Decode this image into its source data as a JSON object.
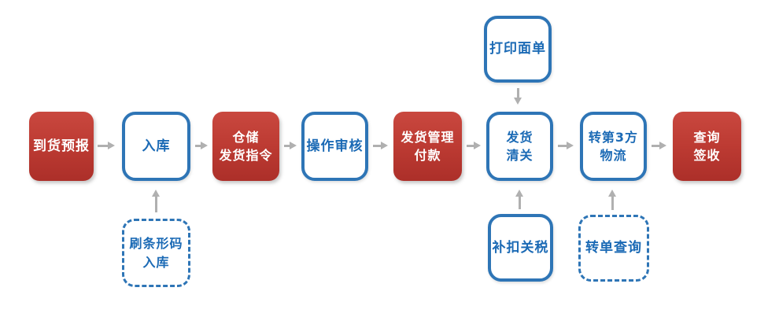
{
  "colors": {
    "red_top": "#C9483F",
    "red_bottom": "#AC2F29",
    "red_text": "#FFFFFF",
    "blue_border": "#2E75B6",
    "blue_text": "#1B6AB5",
    "arrow": "#B0B0B0",
    "background": "#FFFFFF"
  },
  "flow": {
    "main_nodes": [
      {
        "label": "到货预报",
        "style": "solid-red"
      },
      {
        "label": "入库",
        "style": "blue-outline"
      },
      {
        "label": "仓储\n发货指令",
        "style": "solid-red"
      },
      {
        "label": "操作审核",
        "style": "blue-outline"
      },
      {
        "label": "发货管理\n付款",
        "style": "solid-red"
      },
      {
        "label": "发货\n清关",
        "style": "blue-outline"
      },
      {
        "label": "转第3方\n物流",
        "style": "blue-outline"
      },
      {
        "label": "查询\n签收",
        "style": "solid-red"
      }
    ],
    "aux_nodes": {
      "print_waybill": {
        "label": "打印面单",
        "style": "blue-outline",
        "connects_to": "发货清关",
        "arrow_direction": "down"
      },
      "barcode_inbound": {
        "label": "刷条形码\n入库",
        "style": "blue-dashed",
        "connects_to": "入库",
        "arrow_direction": "up"
      },
      "duty_supplement": {
        "label": "补扣关税",
        "style": "blue-outline",
        "connects_to": "发货清关",
        "arrow_direction": "up"
      },
      "transfer_order_query": {
        "label": "转单查询",
        "style": "blue-dashed",
        "connects_to": "转第3方物流",
        "arrow_direction": "up"
      }
    },
    "edges": [
      {
        "from": "到货预报",
        "to": "入库",
        "direction": "right"
      },
      {
        "from": "入库",
        "to": "仓储发货指令",
        "direction": "right"
      },
      {
        "from": "仓储发货指令",
        "to": "操作审核",
        "direction": "right"
      },
      {
        "from": "操作审核",
        "to": "发货管理付款",
        "direction": "right"
      },
      {
        "from": "发货管理付款",
        "to": "发货清关",
        "direction": "right"
      },
      {
        "from": "发货清关",
        "to": "转第3方物流",
        "direction": "right"
      },
      {
        "from": "转第3方物流",
        "to": "查询签收",
        "direction": "right"
      },
      {
        "from": "打印面单",
        "to": "发货清关",
        "direction": "down"
      },
      {
        "from": "刷条形码入库",
        "to": "入库",
        "direction": "up"
      },
      {
        "from": "补扣关税",
        "to": "发货清关",
        "direction": "up"
      },
      {
        "from": "转单查询",
        "to": "转第3方物流",
        "direction": "up"
      }
    ]
  }
}
